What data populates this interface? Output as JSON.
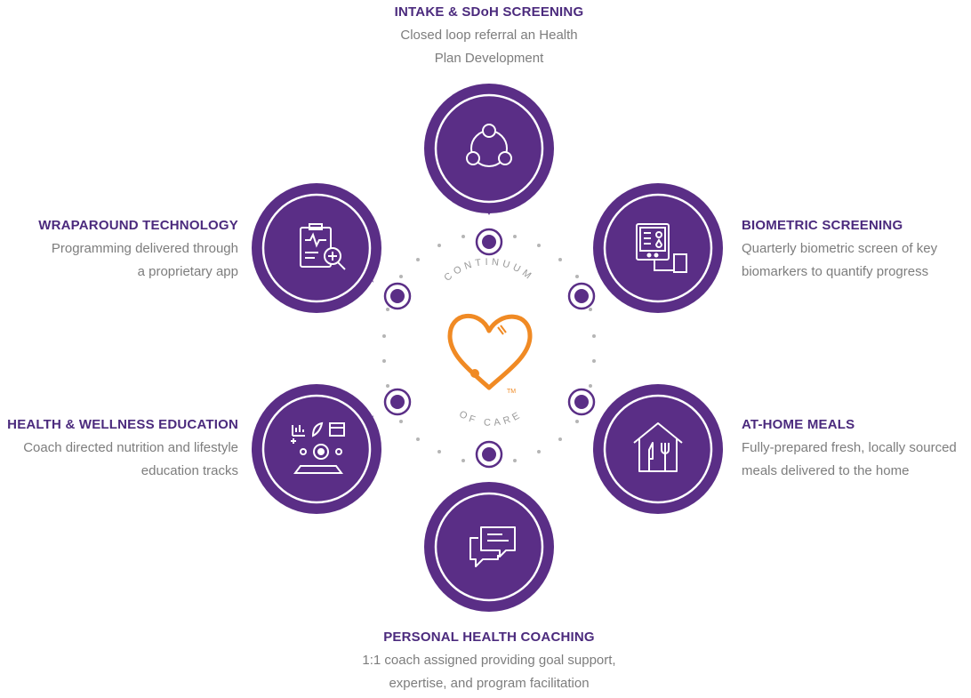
{
  "center": {
    "arc_top": "CONTINUUM",
    "arc_bottom": "OF CARE",
    "trademark": "TM"
  },
  "colors": {
    "purple": "#5a2e86",
    "title_purple": "#4b2a7d",
    "orange": "#f08a24",
    "gray_text": "#7d7d7d",
    "dots": "#b5b5b5"
  },
  "stages": {
    "intake": {
      "title": "INTAKE & SDoH SCREENING",
      "desc_line1": "Closed loop referral an Health",
      "desc_line2": "Plan Development",
      "icon": "network-nodes-icon"
    },
    "biometric": {
      "title": "BIOMETRIC SCREENING",
      "desc_line1": "Quarterly biometric screen of key",
      "desc_line2": "biomarkers to quantify progress",
      "icon": "health-monitor-icon"
    },
    "meals": {
      "title": "AT-HOME MEALS",
      "desc_line1": "Fully-prepared fresh, locally sourced",
      "desc_line2": "meals delivered to the home",
      "icon": "house-utensils-icon"
    },
    "coaching": {
      "title": "PERSONAL HEALTH COACHING",
      "desc_line1": "1:1 coach assigned providing goal support,",
      "desc_line2": "expertise, and program facilitation",
      "icon": "chat-bubbles-icon"
    },
    "education": {
      "title": "HEALTH & WELLNESS EDUCATION",
      "desc_line1": "Coach directed nutrition and lifestyle",
      "desc_line2": "education tracks",
      "icon": "education-tools-icon"
    },
    "technology": {
      "title": "WRAPAROUND TECHNOLOGY",
      "desc_line1": "Programming delivered through",
      "desc_line2": "a proprietary app",
      "icon": "clipboard-magnifier-icon"
    }
  }
}
